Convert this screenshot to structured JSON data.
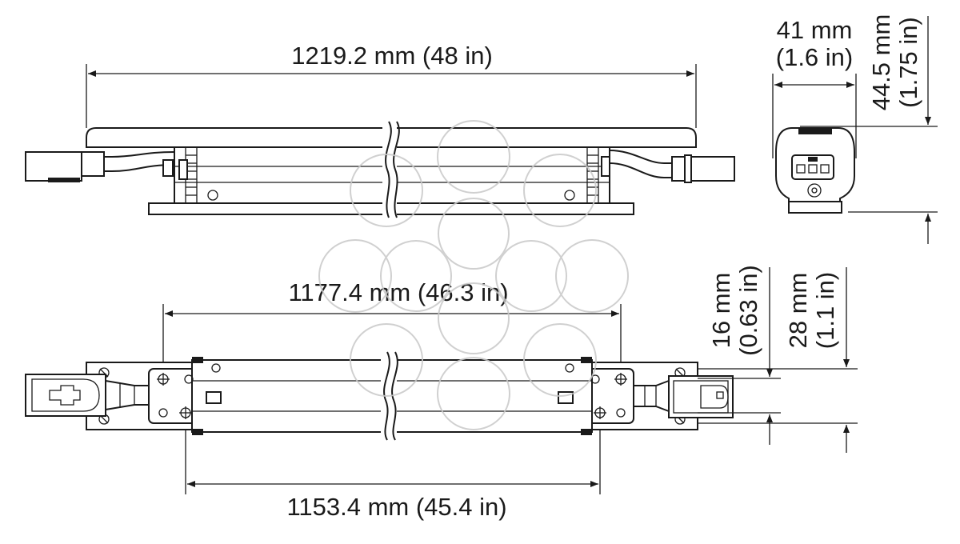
{
  "dimensions": {
    "overall_length": "1219.2 mm (48 in)",
    "mounting_length": "1177.4 mm (46.3 in)",
    "hole_spacing_length": "1153.4 mm (45.4 in)",
    "end_width_mm": "41 mm",
    "end_width_in": "(1.6 in)",
    "end_height_mm": "44.5 mm",
    "end_height_in": "(1.75 in)",
    "bracket_width_mm": "16 mm",
    "bracket_width_in": "(0.63 in)",
    "base_width_mm": "28 mm",
    "base_width_in": "(1.1 in)"
  },
  "colors": {
    "line": "#1a1a1a",
    "watermark": "#c8c8c8"
  }
}
